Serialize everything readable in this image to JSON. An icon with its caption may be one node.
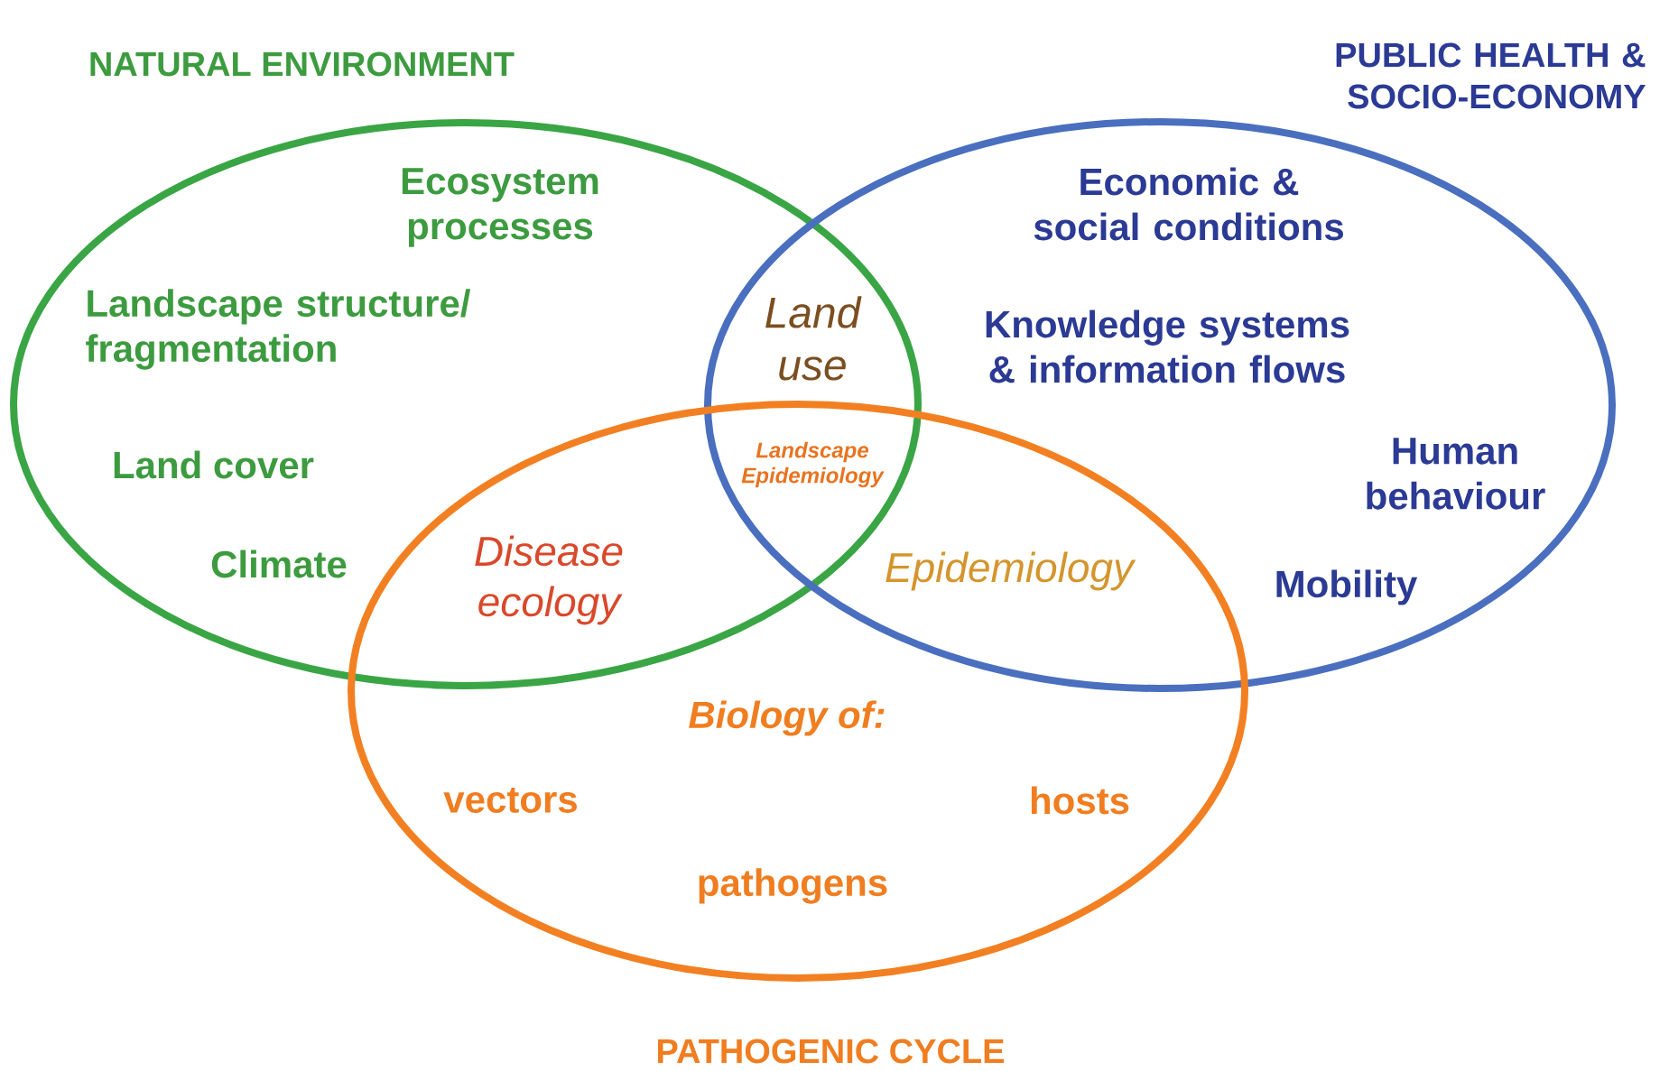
{
  "diagram": {
    "nodes": [
      {
        "text": [
          "NATURAL ENVIRONMENT",
          "Ecosystem processes",
          "Landscape structure/ fragmentation",
          "Land cover",
          "Climate"
        ]
      },
      {
        "text": [
          "PUBLIC HEALTH & SOCIO-ECONOMY",
          "Economic & social conditions",
          "Knowledge systems & information flows",
          "Human behaviour",
          "Mobility"
        ]
      },
      {
        "text": [
          "Biology of:",
          "vectors",
          "hosts",
          "pathogens",
          "PATHOGENIC CYCLE"
        ]
      }
    ],
    "labels": [
      "Land use",
      "Landscape Epidemiology",
      "Disease ecology",
      "Epidemiology"
    ]
  }
}
